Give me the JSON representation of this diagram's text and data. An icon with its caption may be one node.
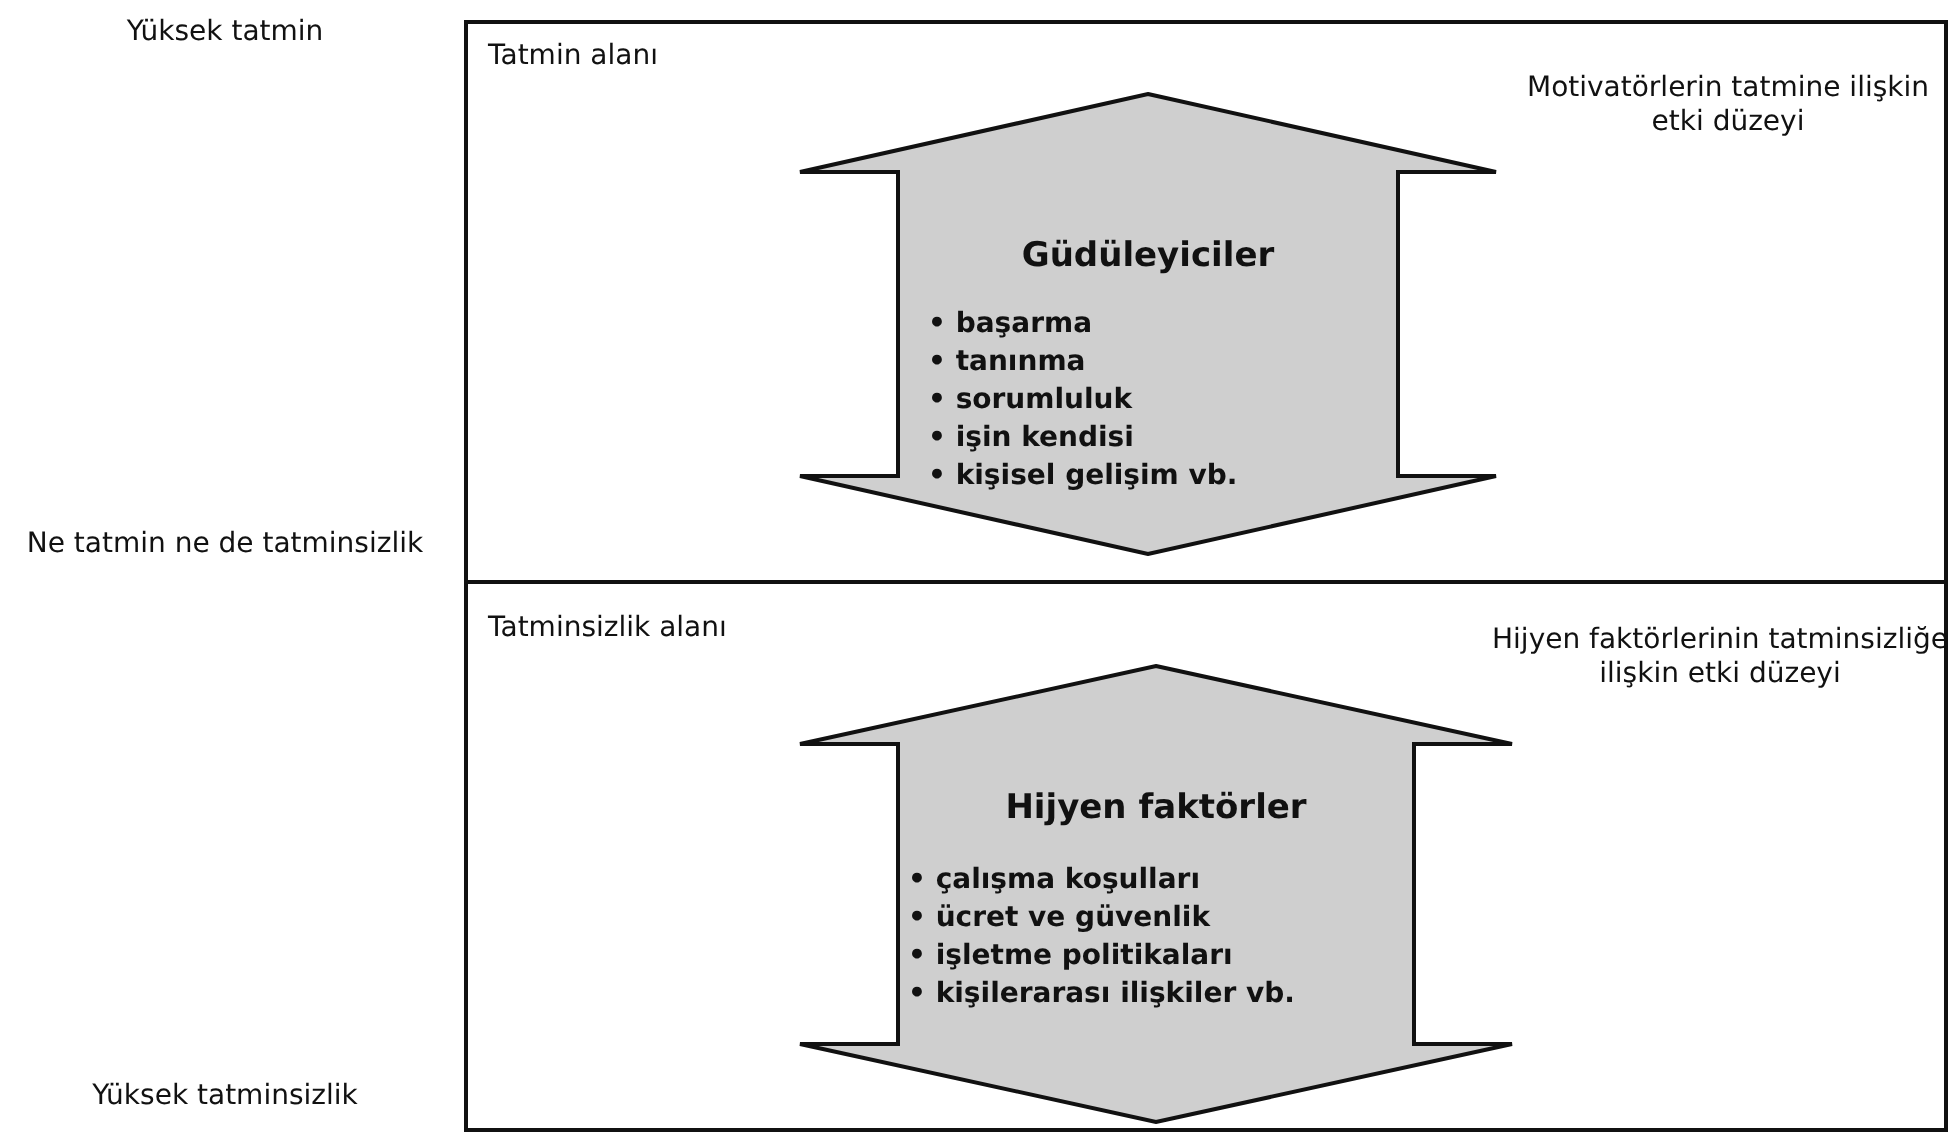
{
  "diagram": {
    "nodes": [
      {
        "text": [
          "Tatmin alanı",
          "Motivatörlerin tatmine ilişkin etki düzeyi"
        ]
      },
      {
        "text": [
          "Güdüleyiciler",
          "• başarma",
          "• tanınma",
          "• sorumluluk",
          "• işin kendisi",
          "• kişisel gelişim vb."
        ],
        "in": 0
      },
      {
        "text": [
          "Tatminsizlik alanı",
          "Hijyen faktörlerinin tatminsizliğe ilişkin etki düzeyi"
        ]
      },
      {
        "text": [
          "Hijyen faktörler",
          "• çalışma koşulları",
          "• ücret ve güvenlik",
          "• işletme politikaları",
          "• kişilerarası ilişkiler vb."
        ],
        "in": 2
      }
    ],
    "labels": [
      "Yüksek tatmin",
      "Ne tatmin ne de tatminsizlik",
      "Yüksek tatminsizlik"
    ]
  }
}
